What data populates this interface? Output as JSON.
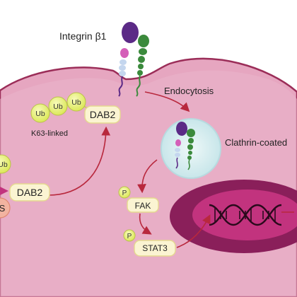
{
  "labels": {
    "integrin": "Integrin β1",
    "endocytosis": "Endocytosis",
    "clathrin": "Clathrin-coated",
    "k63": "K63-linked",
    "dab2_top": "DAB2",
    "dab2_left": "DAB2",
    "fak": "FAK",
    "stat3": "STAT3",
    "p_fak": "P",
    "p_stat3": "P",
    "ub1": "Ub",
    "ub2": "Ub",
    "ub3": "Ub",
    "ub_left": "Ub",
    "s_partial": "S"
  },
  "colors": {
    "cell_fill": "#e6a6c0",
    "cell_border": "#9b2d58",
    "nucleus_outer": "#8a1f5a",
    "nucleus_inner": "#c2337e",
    "ub_fill": "#e9f07a",
    "box_fill": "#fbf4d2",
    "arrow": "#b8283d",
    "vesicle": "#d5ecee",
    "integrin_purple": "#5b2a86",
    "integrin_green": "#3b8a3c"
  }
}
